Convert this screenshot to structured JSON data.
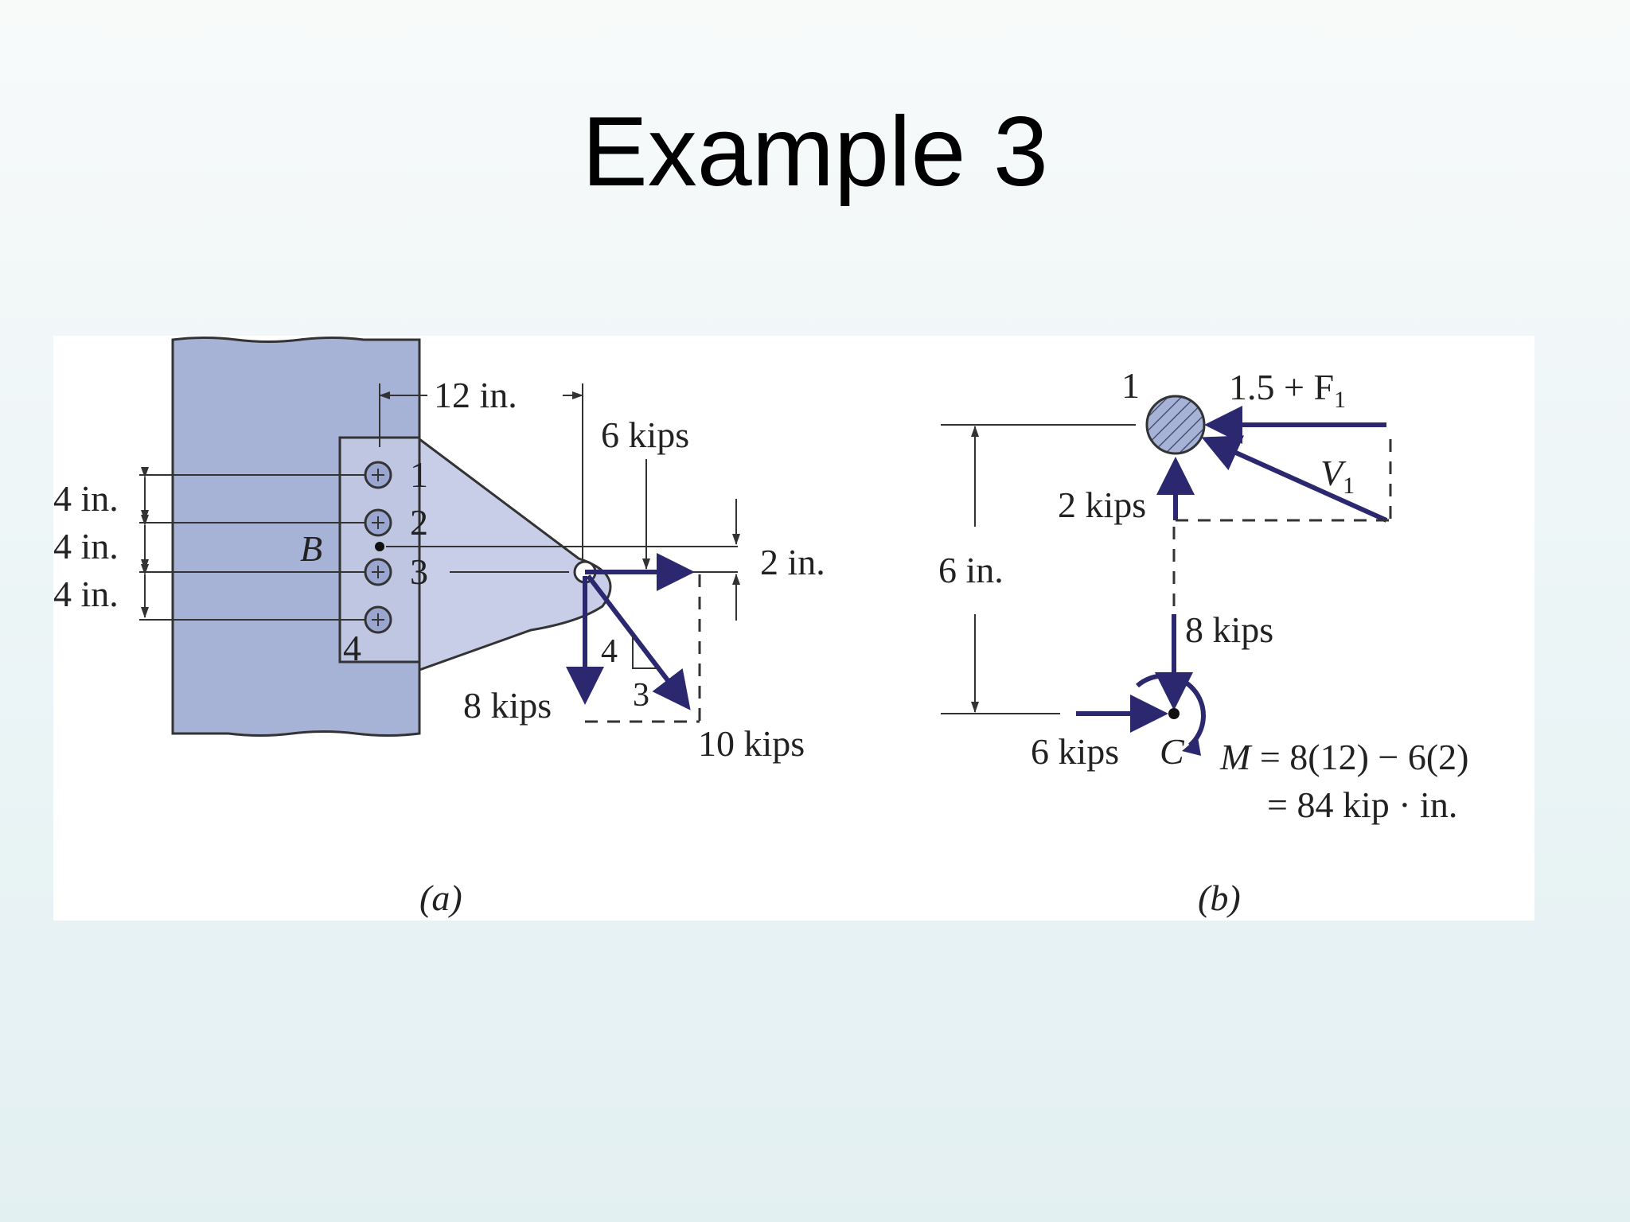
{
  "slide": {
    "title": "Example 3"
  },
  "figure_a": {
    "caption": "(a)",
    "dim_12": "12 in.",
    "dim_4a": "4 in.",
    "dim_4b": "4 in.",
    "dim_4c": "4 in.",
    "dim_2": "2 in.",
    "label_B": "B",
    "bolt_1": "1",
    "bolt_2": "2",
    "bolt_3": "3",
    "bolt_4": "4",
    "force_6": "6 kips",
    "force_8": "8 kips",
    "force_10": "10 kips",
    "slope_4": "4",
    "slope_3": "3"
  },
  "figure_b": {
    "caption": "(b)",
    "bolt_1": "1",
    "force_f1": "1.5 + F",
    "force_f1_sub": "1",
    "force_v1": "V",
    "force_v1_sub": "1",
    "force_2": "2 kips",
    "dim_6": "6 in.",
    "force_8": "8 kips",
    "force_6": "6 kips",
    "label_C": "C",
    "moment_line1_m": "M",
    "moment_line1_rest": " = 8(12) − 6(2)",
    "moment_line2": "= 84 kip · in."
  },
  "colors": {
    "steel": "#a7b3d6",
    "gusset": "#c8cde8",
    "force": "#2b2870"
  }
}
